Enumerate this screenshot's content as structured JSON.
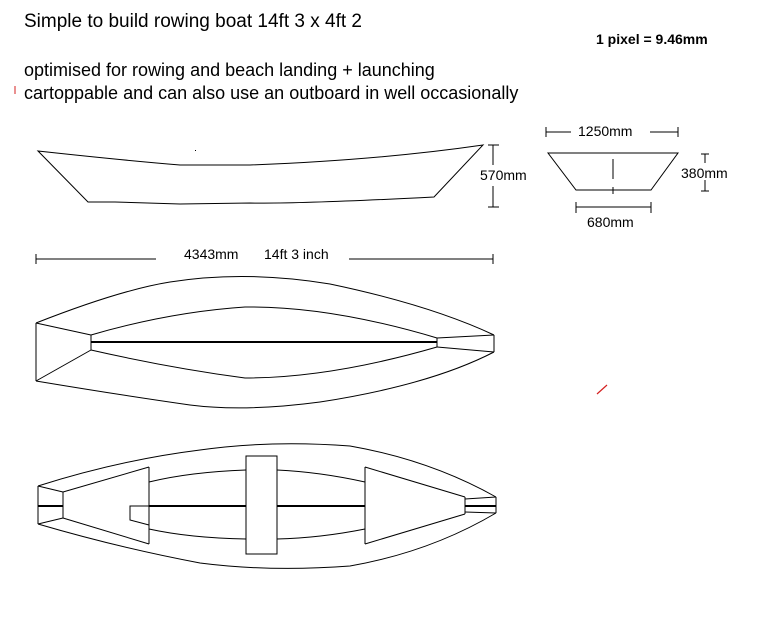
{
  "header": {
    "title": "Simple to build rowing boat 14ft 3 x 4ft 2",
    "scale_note": "1 pixel = 9.46mm"
  },
  "description": {
    "line1": "optimised for rowing and beach landing + launching",
    "line2": "cartoppable and can also use an  outboard in well occasionally"
  },
  "side_view": {
    "height_label": "570mm"
  },
  "cross_section": {
    "top_width_label": "1250mm",
    "bottom_width_label": "680mm",
    "depth_label": "380mm"
  },
  "plan_view": {
    "length_mm_label": "4343mm",
    "length_imperial_label": "14ft 3 inch"
  },
  "colors": {
    "line": "#000000",
    "stray_mark": "#d42020",
    "background": "#ffffff"
  }
}
